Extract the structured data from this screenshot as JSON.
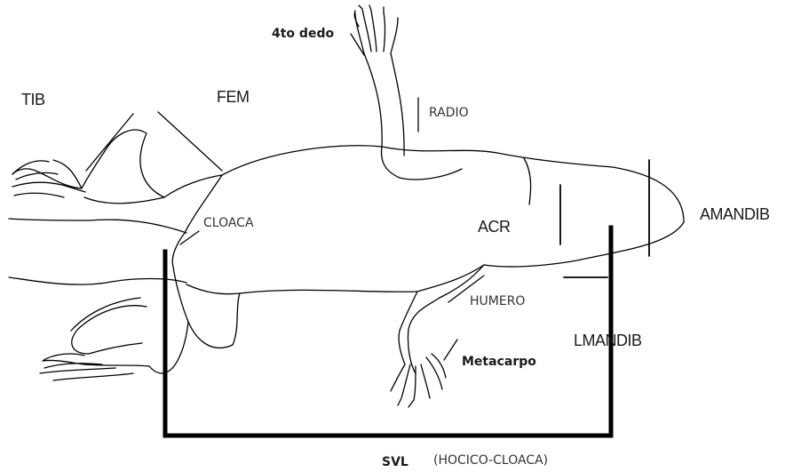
{
  "labels": {
    "tib": "TIB",
    "fem": "FEM",
    "dedo": "4to dedo",
    "radio": "RADIO",
    "cloaca": "CLOACA",
    "acr": "ACR",
    "amandib": "AMANDIB",
    "humero": "HUMERO",
    "lmandib": "LMANDIB",
    "metacarpo": "Metacarpo",
    "svl": "SVL",
    "svl_desc": "(HOCICO-CLOACA)"
  },
  "colors": {
    "line": "#000000",
    "text": "#1a1a1a"
  }
}
